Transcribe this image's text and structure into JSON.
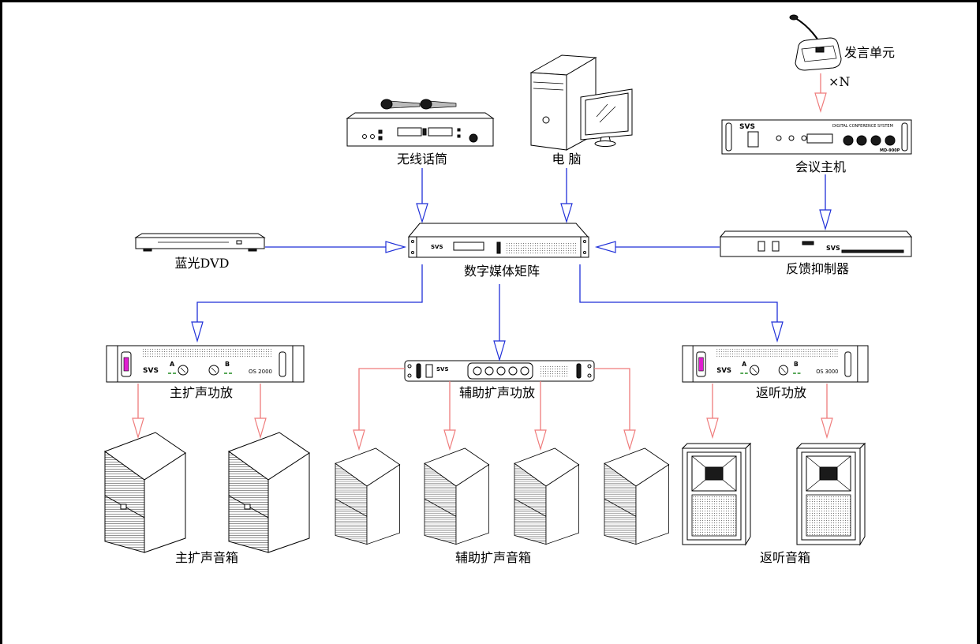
{
  "labels": {
    "speaking_unit": "发言单元",
    "multiplier": "×N",
    "conference_host": "会议主机",
    "wireless_mic": "无线话筒",
    "computer": "电 脑",
    "bluray_dvd": "蓝光DVD",
    "media_matrix": "数字媒体矩阵",
    "feedback_suppressor": "反馈抑制器",
    "main_amp": "主扩声功放",
    "aux_amp": "辅助扩声功放",
    "monitor_amp": "返听功放",
    "main_speakers": "主扩声音箱",
    "aux_speakers": "辅助扩声音箱",
    "monitor_speakers": "返听音箱"
  },
  "device_text": {
    "brand": "SVS",
    "host_panel": "DIGITAL CONFERENCE SYSTEM",
    "host_model": "MD-900P",
    "main_amp_model": "OS 2000",
    "monitor_amp_model": "OS 3000",
    "channel_a": "A",
    "channel_b": "B"
  },
  "colors": {
    "signal_blue": "#1f2fd8",
    "speaker_red": "#ef7b7b",
    "indicator_magenta": "#e01fd0",
    "frame": "#000000"
  }
}
